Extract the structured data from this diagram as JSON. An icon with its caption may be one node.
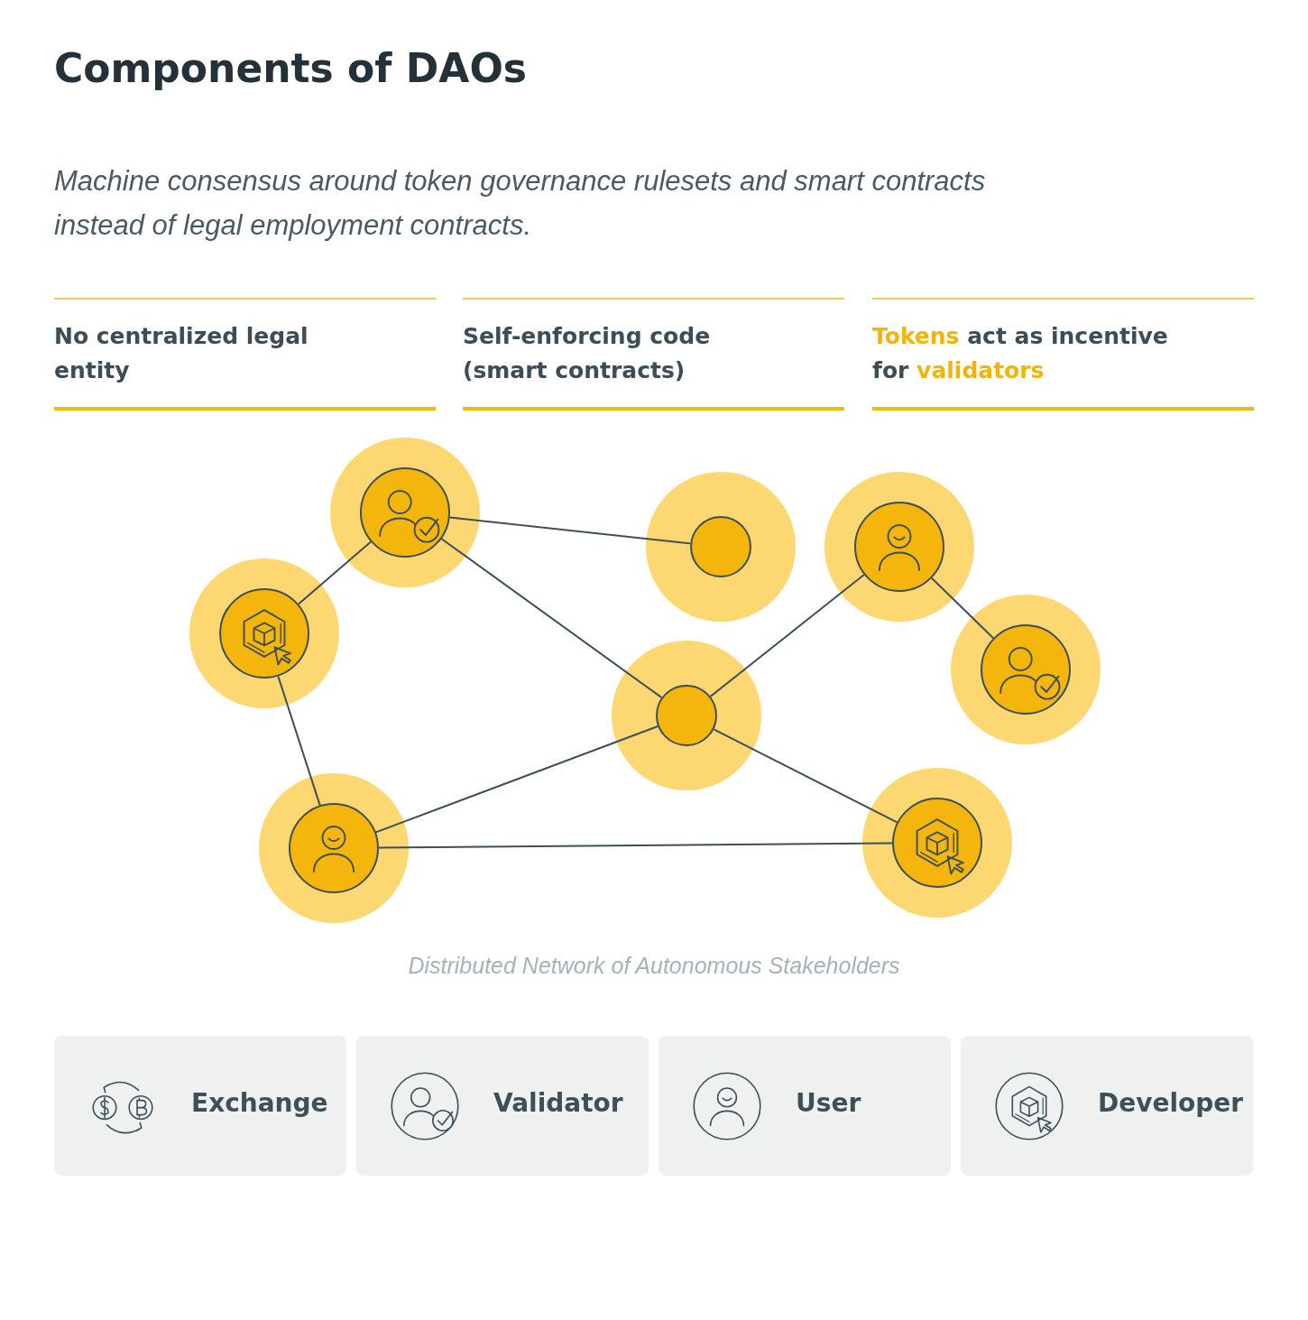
{
  "diagram": {
    "title": "Components of DAOs",
    "caption": "Distributed Network of Autonomous Stakeholders",
    "nodes": [
      {
        "text": [],
        "shape": "circle"
      },
      {
        "text": [],
        "shape": "circle"
      },
      {
        "text": [],
        "shape": "circle"
      },
      {
        "text": [],
        "shape": "circle"
      },
      {
        "text": [],
        "shape": "circle"
      },
      {
        "text": [],
        "shape": "circle"
      },
      {
        "text": [],
        "shape": "circle"
      },
      {
        "text": [],
        "shape": "circle"
      }
    ],
    "edges": [
      {
        "from": 2,
        "to": 0,
        "arrow": "none"
      },
      {
        "from": 2,
        "to": 4,
        "arrow": "none"
      },
      {
        "from": 2,
        "to": 3,
        "arrow": "none"
      },
      {
        "from": 0,
        "to": 1,
        "arrow": "none"
      },
      {
        "from": 1,
        "to": 3,
        "arrow": "none"
      },
      {
        "from": 1,
        "to": 6,
        "arrow": "none"
      },
      {
        "from": 3,
        "to": 5,
        "arrow": "none"
      },
      {
        "from": 3,
        "to": 6,
        "arrow": "none"
      },
      {
        "from": 5,
        "to": 7,
        "arrow": "none"
      }
    ],
    "labels": [
      "Machine consensus around token governance rulesets and smart contracts instead of legal employment contracts.",
      "No centralized legal entity",
      "Self-enforcing code (smart contracts)",
      "**Tokens** act as incentive for **validators**"
    ],
    "legend": [
      {
        "text": "Exchange"
      },
      {
        "text": "Validator"
      },
      {
        "text": "User"
      },
      {
        "text": "Developer"
      }
    ]
  }
}
